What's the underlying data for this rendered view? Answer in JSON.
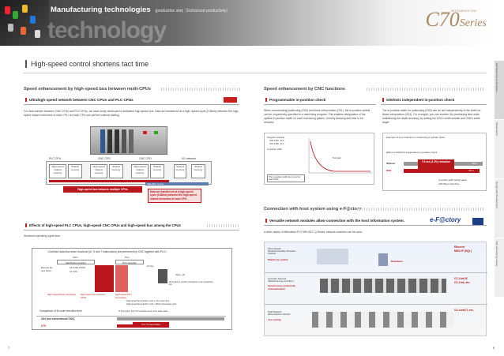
{
  "header": {
    "title": "Manufacturing technologies",
    "subtitle": "(production site)［Enhanced productivity］",
    "watermark": "technology",
    "brand_c": "C70",
    "brand_series": "Series",
    "brand_top": "MITSUBISHI CNC"
  },
  "page_title": "High-speed control shortens tact time",
  "left": {
    "section1_title": "Speed enhancement by high-speed bus between multi-CPUs",
    "sub1_title": "Ultrahigh-speed network between CNC CPUs and PLC CPUs",
    "sub1_text1": "For data transfer between CNC CPUs and PLC CPUs, we have newly developed a dedicated high-speed bus. Data are transferred at a high-",
    "sub1_text2": "speed cycle (0.88ms) between the high-speed shared memories of each CPU, so each CPU can perform without waiting.",
    "diagram1": {
      "cpu_labels": [
        "PLC CPU",
        "CNC CPU",
        "CNC CPU",
        "I/O network"
      ],
      "mem_labels": [
        "High-speed shared memory",
        "Shared memory",
        "High-speed shared memory",
        "Shared memory",
        "High-speed shared memory",
        "Shared memory"
      ],
      "bus_label": "High-speed bus between multiple CPUs",
      "qbus_label": "MELSEC Q bus",
      "callout": "Data are transferred at a high-speed cycle (0.88ms) between the high-speed shared memories of each CPU."
    },
    "section2_title": "Effects of high-speed PLC CPUs, high-speed CNC CPUs and high-speed bus among the CPUs",
    "section2_sub": "Shortens machining cycle time",
    "diagram2": {
      "caption": "<Outlined data flow when functions (M, S and T instructions) are performed by CNC together with PLC>",
      "cnc": "CNC",
      "plc": "PLC",
      "machining_program": "Machining program",
      "plc_program": "PLC program",
      "execute": "Execute the next block",
      "code1": "G0 X100.0 M10;",
      "code2": "G1 X20 ...",
      "io": "IO bus",
      "valve": "Valve, etc.",
      "note1": "High-speed block processing",
      "note2": "High-speed bus between CPUs",
      "note3": "High-speed PLC processing",
      "note4": "High-speed bus transfer cycle + PLC scan time",
      "note5": "High-speed bus transfer cycle + Block processing cycle",
      "note6": "M contact to confirm completion of an instruction, etc.",
      "compare_title": "Comparison of M-code execution time",
      "compare_note": "In this graph, the C70 execution time is the least value.",
      "conv_label": "C64 (our conventional CNC)",
      "c70_label": "C70",
      "faster": "3 to 5 times faster"
    },
    "page_number": "7"
  },
  "right": {
    "section1_title": "Speed enhancement by CNC functions",
    "subA_title": "Programmable in-position check",
    "subA_text": "When commanding positioning (G00) and linear interpolation (G01), the in-position widths can be respectively specified in a machining program. This enables designation of the optimal in-position width for each machining pattern, thereby allowing tact time to be reduced.",
    "subB_title": "G00/G01 independent in-position check",
    "subB_text": "The in-position width for positioning (G00) can be set independently of the width for linear interpolation (G01). For example, you can shorten the positioning time while maintaining the depth accuracy by setting the G01's width smaller and G00's width larger.",
    "chart_labels": {
      "program": "Program example",
      "line1": "G00 X100. ,I5.0 ;",
      "line2": "G01 X150. ,I0.1 ;",
      "ip": "In-position width",
      "tool": "Tool path",
      "note": "The in-position width can be set for each block.",
      "example": "Example of time reduction in machining a cylinder head",
      "effect": "Effect of G00/G01 independent in-position check",
      "without": "Without",
      "with": "With",
      "reduction": "7.8 sec (3.3%) reduction",
      "without_time": "240 s",
      "with_time": "232 s",
      "widths": "In-position width (setting value)",
      "width_vals": "G00:400μm   G01:20μm"
    },
    "section2_title": "Connection with host system using e-F@ctory",
    "subC_title": "Versatile network modules allow connection with the host information system.",
    "logo_text": "e-F@ctory",
    "subC_text": "A wide variety of Mitsubishi PLC MELSEC Q Series' network modules can be used.",
    "net": {
      "info": "(7th) Network",
      "info_sub": "(Production/Quality information network)",
      "info_link": "Plant/Line control",
      "ctrl": "Controller Network",
      "ctrl_sub": "(Network among controllers)",
      "ctrl_link": "Synchronous (interlock) communication",
      "field": "Field Network",
      "field_sub": "(Wire-reduction network)",
      "field_link": "Less wiring",
      "db": "Data Base",
      "eth": "Ethernet",
      "eth_sub": "MES I/F (SQL)",
      "ccie": "CC-Link IE",
      "ccie_sub": "CC-Link, etc.",
      "cclt": "CC-Link/LT, etc."
    },
    "page_number": "8"
  },
  "side_tabs": [
    "Manufacturing technologies",
    "Maintenance",
    "Design and Development",
    "Safe and Energy-saving"
  ],
  "colors": {
    "accent_red": "#c81e1e",
    "brand_gold": "#a88a63",
    "diagram_red": "#b8161a"
  }
}
